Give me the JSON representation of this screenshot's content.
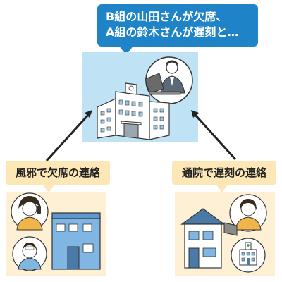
{
  "bubble": {
    "line1": "B組の山田さんが欠席、",
    "line2": "A組の鈴木さんが遅刻と…"
  },
  "left_caption": "風邪で欠席の連絡",
  "right_caption": "通院で遅刻の連絡",
  "colors": {
    "bubble_blue": "#1f84c7",
    "school_panel": "#bfe3f5",
    "caption_bg": "#fde7b7",
    "scene_bg": "#fdf0d5"
  }
}
